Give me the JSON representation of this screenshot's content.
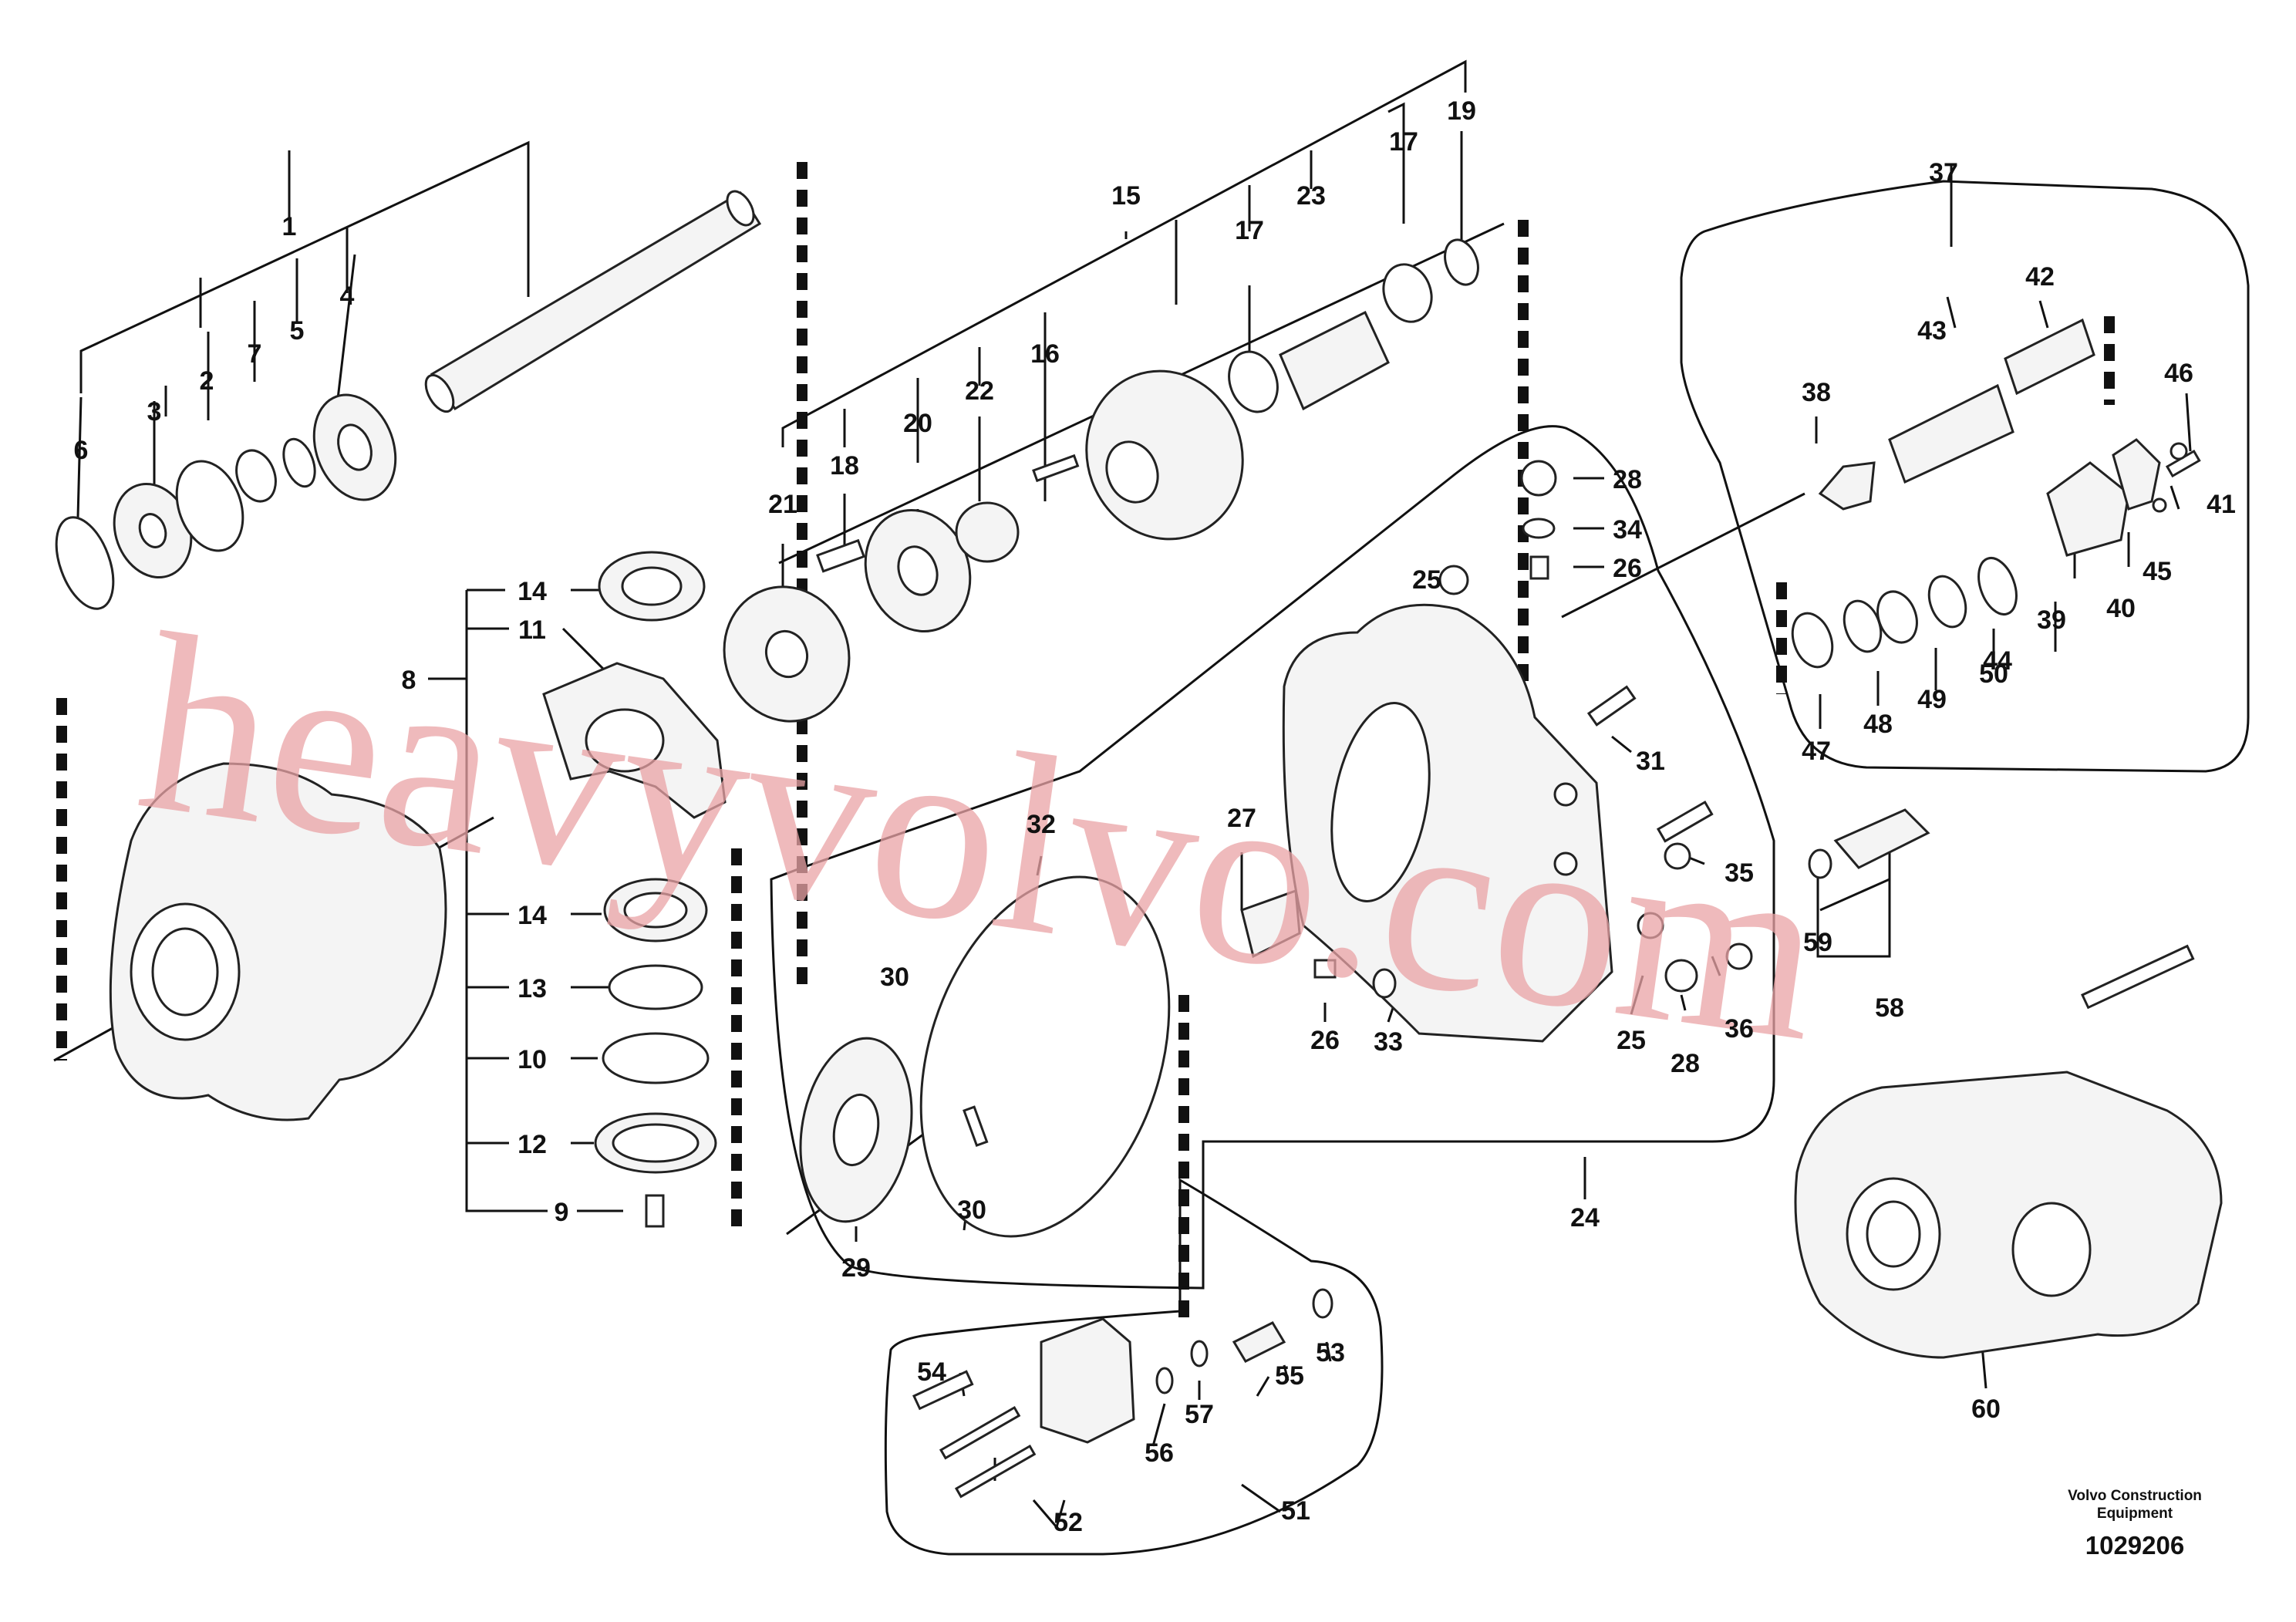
{
  "labels": [
    {
      "id": "1",
      "text": "1"
    },
    {
      "id": "2",
      "text": "2"
    },
    {
      "id": "3",
      "text": "3"
    },
    {
      "id": "4",
      "text": "4"
    },
    {
      "id": "5",
      "text": "5"
    },
    {
      "id": "6",
      "text": "6"
    },
    {
      "id": "7",
      "text": "7"
    },
    {
      "id": "8",
      "text": "8"
    },
    {
      "id": "9",
      "text": "9"
    },
    {
      "id": "10",
      "text": "10"
    },
    {
      "id": "11",
      "text": "11"
    },
    {
      "id": "12",
      "text": "12"
    },
    {
      "id": "13",
      "text": "13"
    },
    {
      "id": "14a",
      "text": "14"
    },
    {
      "id": "14b",
      "text": "14"
    },
    {
      "id": "15",
      "text": "15"
    },
    {
      "id": "16",
      "text": "16"
    },
    {
      "id": "17a",
      "text": "17"
    },
    {
      "id": "17b",
      "text": "17"
    },
    {
      "id": "18",
      "text": "18"
    },
    {
      "id": "19",
      "text": "19"
    },
    {
      "id": "20",
      "text": "20"
    },
    {
      "id": "21",
      "text": "21"
    },
    {
      "id": "22",
      "text": "22"
    },
    {
      "id": "23",
      "text": "23"
    },
    {
      "id": "24",
      "text": "24"
    },
    {
      "id": "25a",
      "text": "25"
    },
    {
      "id": "25b",
      "text": "25"
    },
    {
      "id": "26a",
      "text": "26"
    },
    {
      "id": "26b",
      "text": "26"
    },
    {
      "id": "27",
      "text": "27"
    },
    {
      "id": "28a",
      "text": "28"
    },
    {
      "id": "28b",
      "text": "28"
    },
    {
      "id": "29",
      "text": "29"
    },
    {
      "id": "30a",
      "text": "30"
    },
    {
      "id": "30b",
      "text": "30"
    },
    {
      "id": "31",
      "text": "31"
    },
    {
      "id": "32",
      "text": "32"
    },
    {
      "id": "33",
      "text": "33"
    },
    {
      "id": "34",
      "text": "34"
    },
    {
      "id": "35",
      "text": "35"
    },
    {
      "id": "36",
      "text": "36"
    },
    {
      "id": "37",
      "text": "37"
    },
    {
      "id": "38",
      "text": "38"
    },
    {
      "id": "39",
      "text": "39"
    },
    {
      "id": "40",
      "text": "40"
    },
    {
      "id": "41",
      "text": "41"
    },
    {
      "id": "42",
      "text": "42"
    },
    {
      "id": "43",
      "text": "43"
    },
    {
      "id": "44",
      "text": "44"
    },
    {
      "id": "45",
      "text": "45"
    },
    {
      "id": "46",
      "text": "46"
    },
    {
      "id": "47",
      "text": "47"
    },
    {
      "id": "48",
      "text": "48"
    },
    {
      "id": "49",
      "text": "49"
    },
    {
      "id": "50",
      "text": "50"
    },
    {
      "id": "51",
      "text": "51"
    },
    {
      "id": "52",
      "text": "52"
    },
    {
      "id": "53",
      "text": "53"
    },
    {
      "id": "54",
      "text": "54"
    },
    {
      "id": "55",
      "text": "55"
    },
    {
      "id": "56",
      "text": "56"
    },
    {
      "id": "57",
      "text": "57"
    },
    {
      "id": "58",
      "text": "58"
    },
    {
      "id": "59",
      "text": "59"
    },
    {
      "id": "60",
      "text": "60"
    }
  ],
  "footer": {
    "company_line1": "Volvo Construction",
    "company_line2": "Equipment",
    "drawing_number": "1029206"
  },
  "watermark": "heavyvolvo.com"
}
